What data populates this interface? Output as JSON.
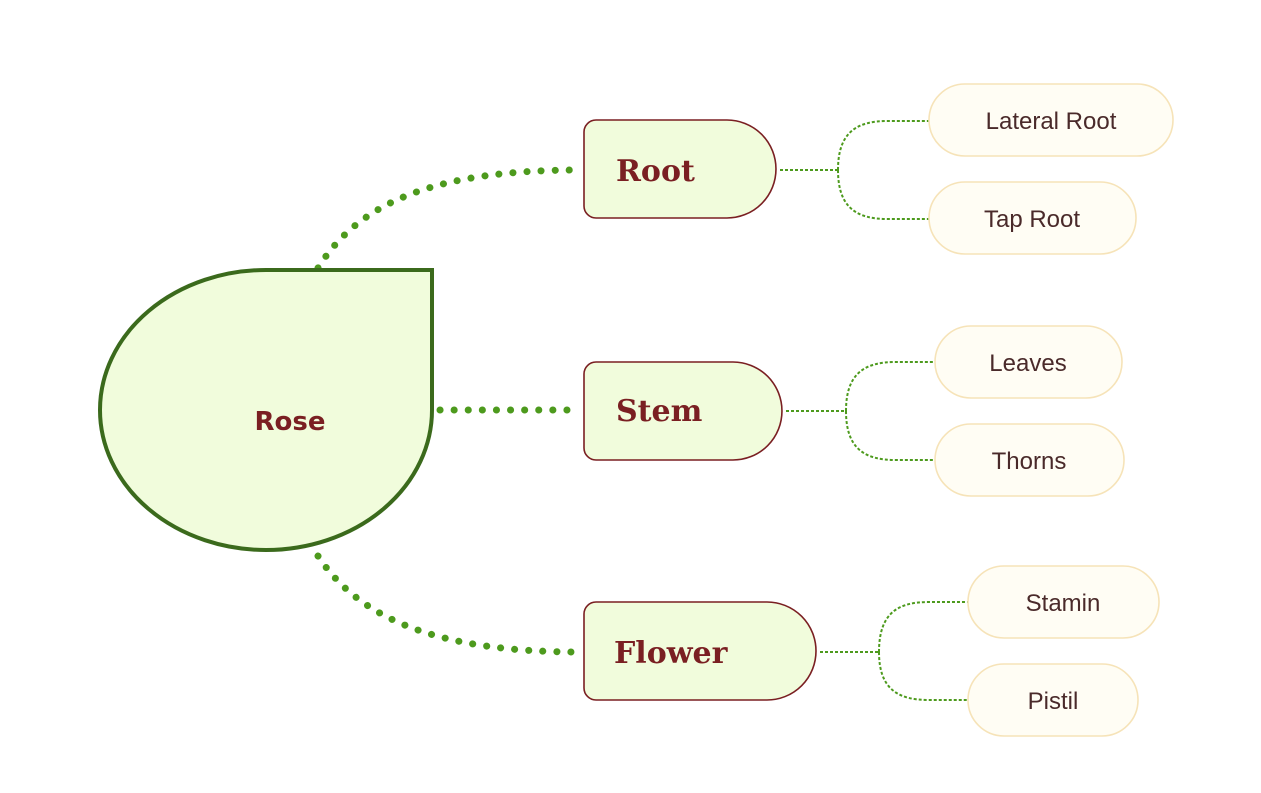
{
  "diagram": {
    "type": "mind-map",
    "colors": {
      "root_fill": "#f1fcdc",
      "root_stroke": "#3b6a1c",
      "main_fill": "#f1fcdc",
      "main_stroke": "#7a1f22",
      "sub_fill": "#fffdf4",
      "sub_stroke": "#f6e3b8",
      "connector": "#4d9a1d",
      "text_dark_red": "#7a1f22",
      "text_sub": "#4a2a2a"
    },
    "root": {
      "label": "Rose"
    },
    "branches": [
      {
        "label": "Root",
        "children": [
          {
            "label": "Lateral Root"
          },
          {
            "label": "Tap Root"
          }
        ]
      },
      {
        "label": "Stem",
        "children": [
          {
            "label": "Leaves"
          },
          {
            "label": "Thorns"
          }
        ]
      },
      {
        "label": "Flower",
        "children": [
          {
            "label": "Stamin"
          },
          {
            "label": "Pistil"
          }
        ]
      }
    ]
  }
}
